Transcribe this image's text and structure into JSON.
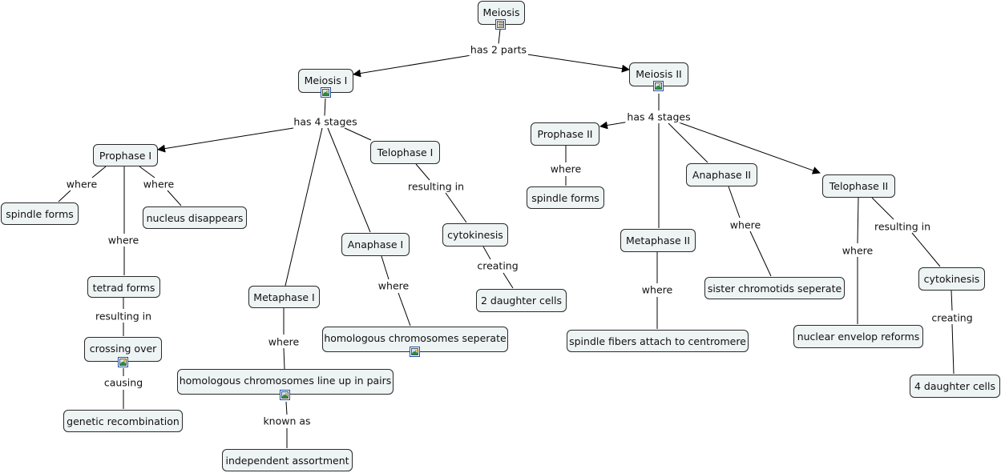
{
  "concepts": {
    "meiosis": "Meiosis",
    "meiosis_1": "Meiosis I",
    "meiosis_2": "Meiosis II",
    "prophase_1": "Prophase I",
    "metaphase_1": "Metaphase I",
    "anaphase_1": "Anaphase I",
    "telophase_1": "Telophase I",
    "spindle_forms_1": "spindle forms",
    "nucleus_disappears": "nucleus disappears",
    "tetrad_forms": "tetrad forms",
    "crossing_over": "crossing over",
    "genetic_recombination": "genetic recombination",
    "homologous_line_up": "homologous chromosomes line up in pairs",
    "independent_assortment": "independent assortment",
    "homologous_seperate": "homologous chromosomes seperate",
    "cytokinesis_1": "cytokinesis",
    "two_daughter_cells": "2 daughter cells",
    "prophase_2": "Prophase II",
    "metaphase_2": "Metaphase II",
    "anaphase_2": "Anaphase II",
    "telophase_2": "Telophase II",
    "spindle_forms_2": "spindle forms",
    "spindle_fibers_attach": "spindle fibers attach to centromere",
    "sister_chromotids": "sister chromotids seperate",
    "nuclear_envelop": "nuclear envelop reforms",
    "cytokinesis_2": "cytokinesis",
    "four_daughter_cells": "4 daughter cells"
  },
  "links": {
    "has_2_parts": "has 2 parts",
    "has_4_stages_1": "has 4 stages",
    "where_p1_spindle": "where",
    "where_p1_nucleus": "where",
    "where_p1_tetrad": "where",
    "resulting_in_tetrad": "resulting in",
    "causing": "causing",
    "where_m1": "where",
    "known_as": "known as",
    "where_a1": "where",
    "resulting_in_t1": "resulting in",
    "creating_1": "creating",
    "has_4_stages_2": "has 4 stages",
    "where_p2": "where",
    "where_m2": "where",
    "where_a2": "where",
    "where_t2": "where",
    "resulting_in_t2": "resulting in",
    "creating_2": "creating"
  },
  "icons": {
    "meiosis": "note-icon",
    "meiosis_1": "image-icon",
    "meiosis_2": "image-icon",
    "crossing_over": "image-icon",
    "homologous_line_up": "image-icon",
    "homologous_seperate": "image-icon"
  },
  "colors": {
    "node_fill": "#eef3f3",
    "node_border": "#2a2a2a",
    "line": "#000000",
    "icon_border": "#1f4fa0"
  }
}
